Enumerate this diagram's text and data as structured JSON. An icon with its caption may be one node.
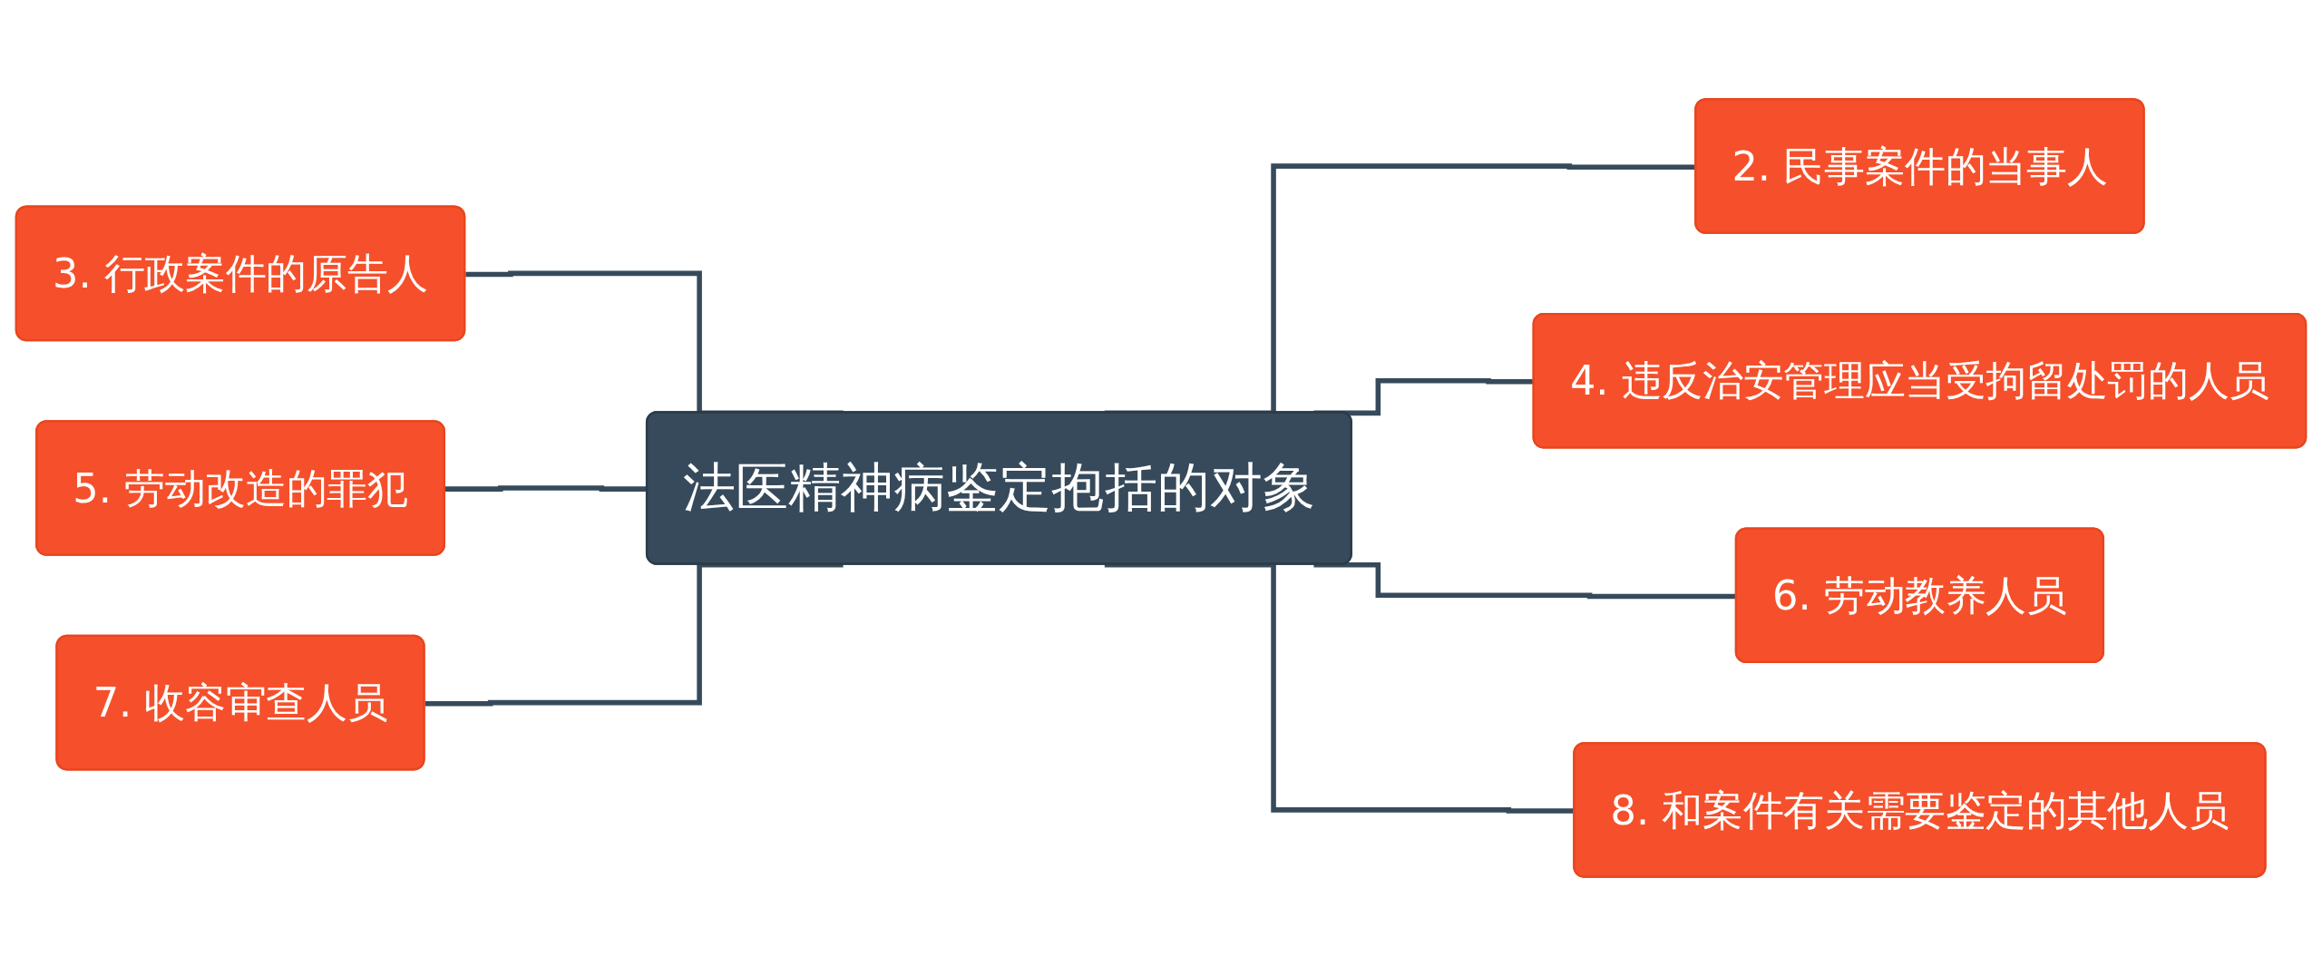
{
  "diagram": {
    "nodes": [
      {
        "text": [
          "法医精神病鉴定抱括的对象"
        ]
      },
      {
        "text": [
          "2. 民事案件的当事人"
        ]
      },
      {
        "text": [
          "3. 行政案件的原告人"
        ]
      },
      {
        "text": [
          "4. 违反治安管理应当受拘留处罚的人员"
        ]
      },
      {
        "text": [
          "5. 劳动改造的罪犯"
        ]
      },
      {
        "text": [
          "6. 劳动教养人员"
        ]
      },
      {
        "text": [
          "7. 收容审查人员"
        ]
      },
      {
        "text": [
          "8. 和案件有关需要鉴定的其他人员"
        ]
      }
    ],
    "edges": [
      {
        "from": 0,
        "to": 1,
        "arrow": "none"
      },
      {
        "from": 2,
        "to": 0,
        "arrow": "none"
      },
      {
        "from": 0,
        "to": 3,
        "arrow": "none"
      },
      {
        "from": 4,
        "to": 0,
        "arrow": "none"
      },
      {
        "from": 0,
        "to": 5,
        "arrow": "none"
      },
      {
        "from": 6,
        "to": 0,
        "arrow": "none"
      },
      {
        "from": 0,
        "to": 7,
        "arrow": "none"
      }
    ]
  }
}
